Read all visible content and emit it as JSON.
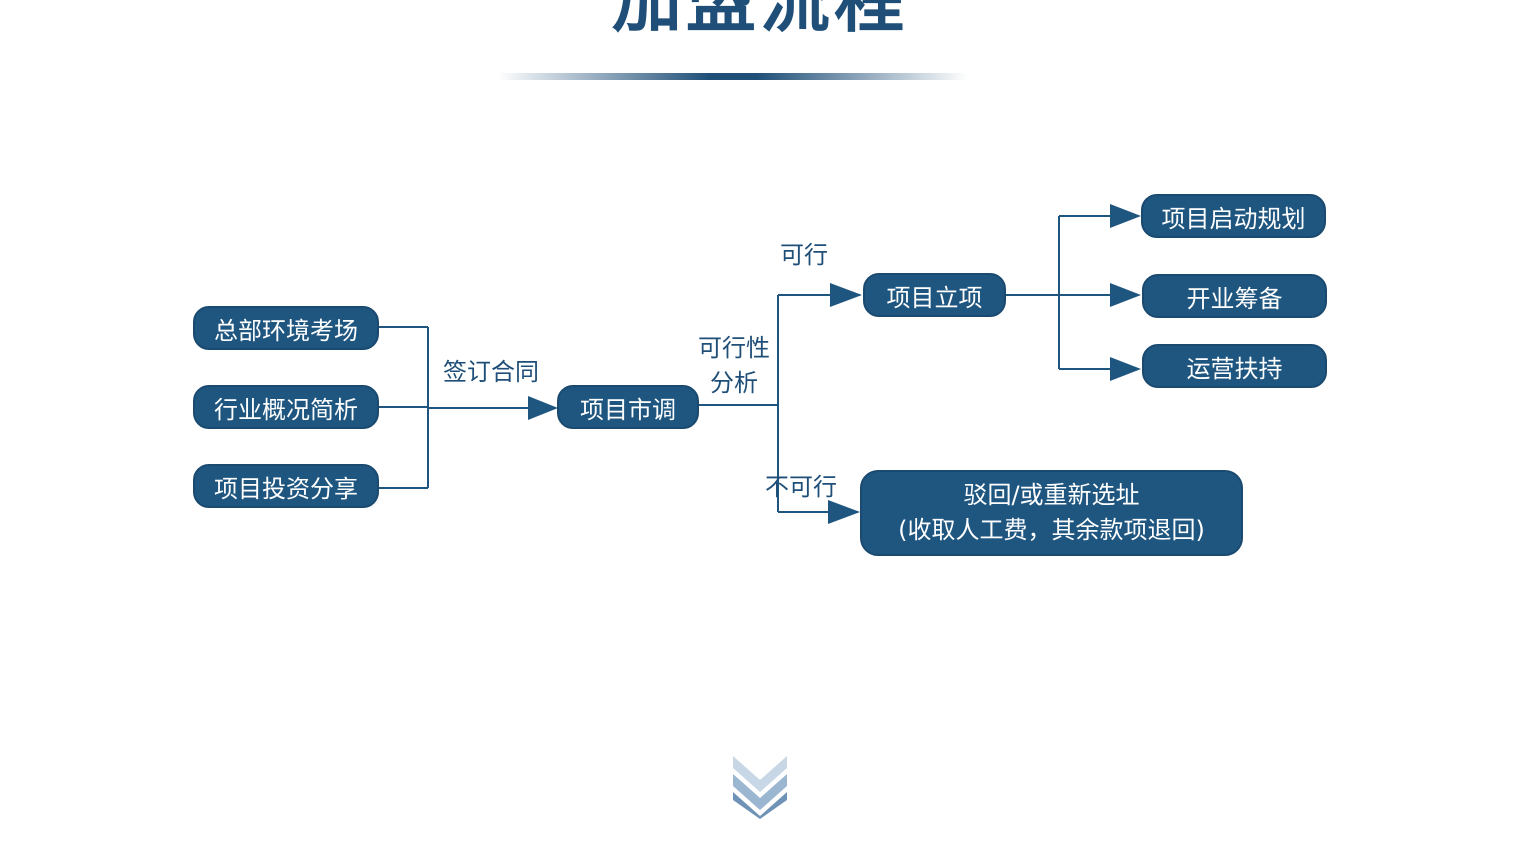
{
  "title": "加盟流程",
  "colors": {
    "primary": "#1f5680",
    "line": "#1f5680",
    "text": "#1f4f78"
  },
  "nodes": {
    "inputs": [
      "总部环境考场",
      "行业概况简析",
      "项目投资分享"
    ],
    "market_research": "项目市调",
    "project_setup": "项目立项",
    "outputs": [
      "项目启动规划",
      "开业筹备",
      "运营扶持"
    ],
    "reject": {
      "line1": "驳回/或重新选址",
      "line2": "(收取人工费，其余款项退回)"
    }
  },
  "edge_labels": {
    "sign_contract": "签订合同",
    "feasibility_line1": "可行性",
    "feasibility_line2": "分析",
    "feasible": "可行",
    "infeasible": "不可行"
  },
  "icons": {
    "scroll_hint": "double-chevron-down-icon"
  }
}
